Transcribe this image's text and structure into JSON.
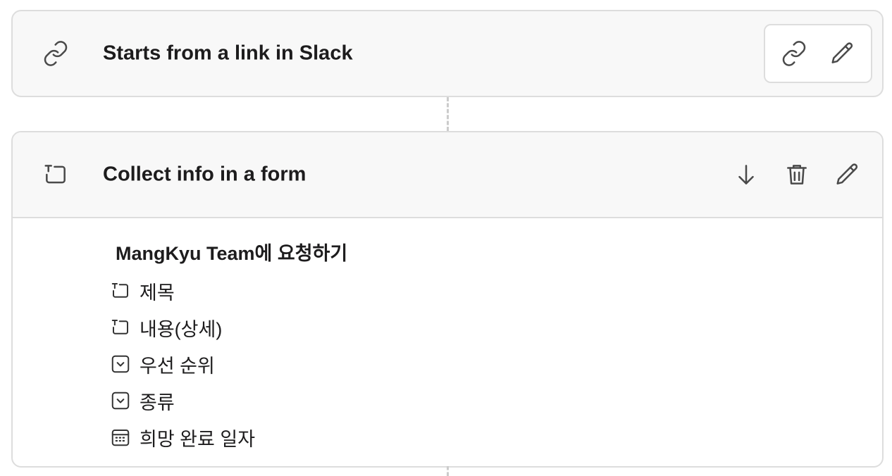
{
  "trigger": {
    "title": "Starts from a link in Slack",
    "icon": "link-icon",
    "actions": [
      "link-icon",
      "pencil-icon"
    ]
  },
  "step": {
    "title": "Collect info in a form",
    "icon": "text-field-icon",
    "actions": [
      "arrow-down-icon",
      "trash-icon",
      "pencil-icon"
    ]
  },
  "form": {
    "title": "MangKyu Team에 요청하기",
    "fields": [
      {
        "label": "제목",
        "icon": "text-field-icon"
      },
      {
        "label": "내용(상세)",
        "icon": "text-field-icon"
      },
      {
        "label": "우선 순위",
        "icon": "dropdown-icon"
      },
      {
        "label": "종류",
        "icon": "dropdown-icon"
      },
      {
        "label": "희망 완료 일자",
        "icon": "calendar-icon"
      }
    ]
  },
  "colors": {
    "text": "#1d1c1d",
    "icon": "#4a4a4a",
    "border": "#dddddd",
    "header_bg": "#f8f8f8"
  }
}
